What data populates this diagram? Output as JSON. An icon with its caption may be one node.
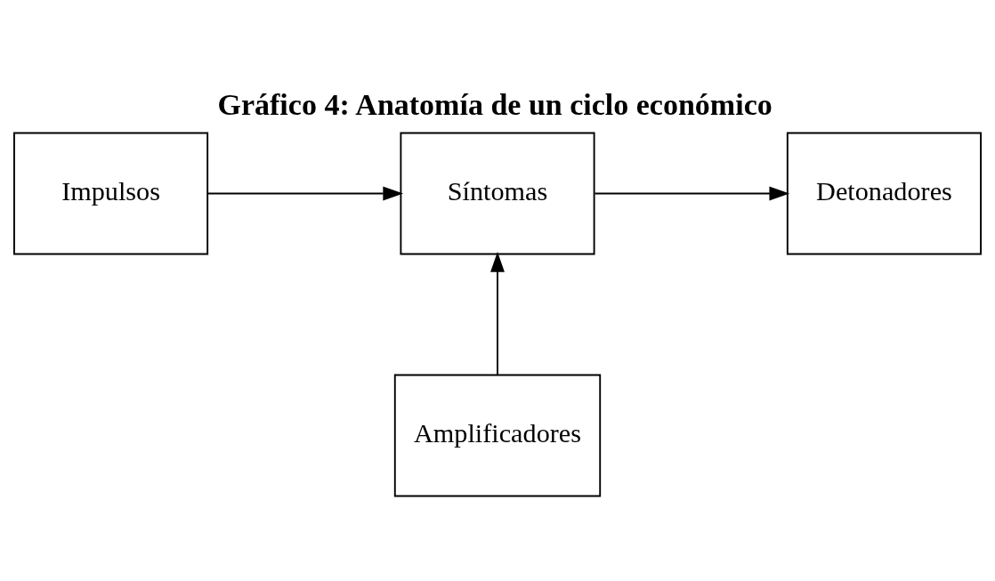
{
  "diagram": {
    "title": "Gráfico 4: Anatomía de un ciclo económico",
    "nodes": [
      {
        "text": [
          "Impulsos"
        ]
      },
      {
        "text": [
          "Síntomas"
        ]
      },
      {
        "text": [
          "Detonadores"
        ]
      },
      {
        "text": [
          "Amplificadores"
        ]
      }
    ],
    "edges": [
      {
        "from": 0,
        "to": 1,
        "arrow": "to"
      },
      {
        "from": 1,
        "to": 2,
        "arrow": "to"
      },
      {
        "from": 3,
        "to": 1,
        "arrow": "to"
      }
    ]
  }
}
